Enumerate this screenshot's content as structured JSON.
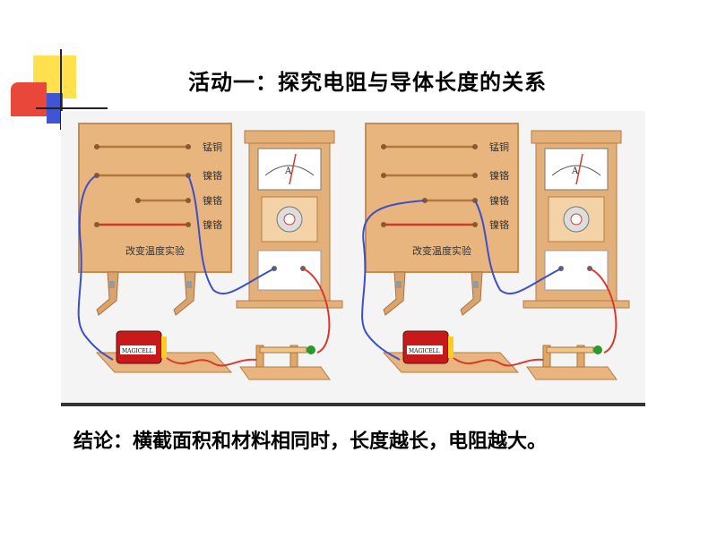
{
  "slide": {
    "title": "活动一：探究电阻与导体长度的关系",
    "conclusion": "结论：横截面积和材料相同时，长度越长，电阻越大。"
  },
  "apparatus": {
    "wire_labels": [
      "锰铜",
      "镍铬",
      "镍铬",
      "镍铬"
    ],
    "board_caption": "改变温度实验",
    "meter_unit": "A",
    "battery_label": "MAGICELL"
  },
  "colors": {
    "board": "#e9b57f",
    "board_edge": "#c98c4f",
    "meter_case": "#e4b07a",
    "wire_blue": "#3c4fc9",
    "wire_red": "#d63a2e",
    "deco_yellow": "#ffe14d",
    "deco_red": "#e8473a",
    "deco_blue": "#3f55d4"
  }
}
